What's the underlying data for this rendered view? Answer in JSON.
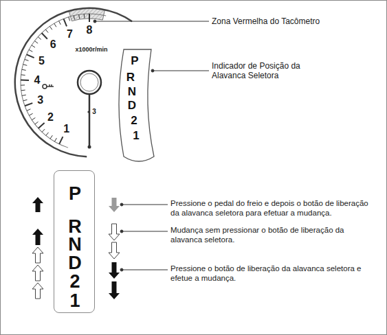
{
  "diagram": {
    "nodes": [
      {
        "text": [
          "P",
          "R",
          "N",
          "D",
          "2",
          "1"
        ]
      },
      {
        "text": [
          "P",
          "R",
          "N",
          "D",
          "2",
          "1"
        ]
      }
    ],
    "labels": [
      "Zona Vermelha do Tacômetro",
      "Indicador de Posição da Alavanca Seletora",
      "8",
      "7",
      "6",
      "5",
      "4",
      "3",
      "2",
      "1",
      "x1000r/min",
      "3",
      "Pressione o pedal do freio e depois o botão de liberação da alavanca seletora para efetuar a mudança.",
      "Mudança sem pressionar o botão de liberação da alavanca seletora.",
      "Pressione o botão de liberação da alavanca seletora e efetue a mudança."
    ]
  }
}
